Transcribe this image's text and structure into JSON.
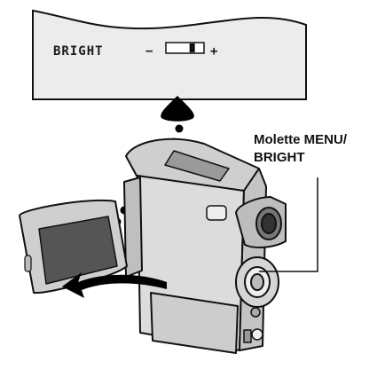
{
  "osd_panel": {
    "setting_label": "BRIGHT",
    "minus_sign": "−",
    "plus_sign": "+",
    "brightness_level": 0.65
  },
  "callout": {
    "line1": "Molette MENU/",
    "line2": "BRIGHT"
  },
  "colors": {
    "panel_fill": "#ececec",
    "body_fill": "#dcdcdc",
    "outline": "#111111",
    "screen_fill": "#555555"
  }
}
